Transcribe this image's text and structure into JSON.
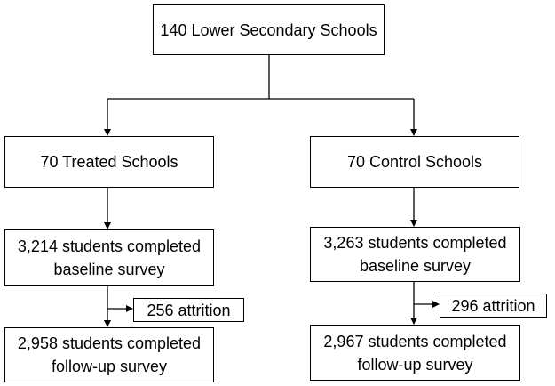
{
  "top": {
    "label": "140 Lower Secondary Schools"
  },
  "treated": {
    "schools_label": "70 Treated Schools",
    "baseline_line1": "3,214 students completed",
    "baseline_line2": "baseline survey",
    "attrition_label": "256 attrition",
    "followup_line1": "2,958 students completed",
    "followup_line2": "follow-up survey"
  },
  "control": {
    "schools_label": "70 Control Schools",
    "baseline_line1": "3,263 students completed",
    "baseline_line2": "baseline survey",
    "attrition_label": "296 attrition",
    "followup_line1": "2,967 students completed",
    "followup_line2": "follow-up survey"
  }
}
